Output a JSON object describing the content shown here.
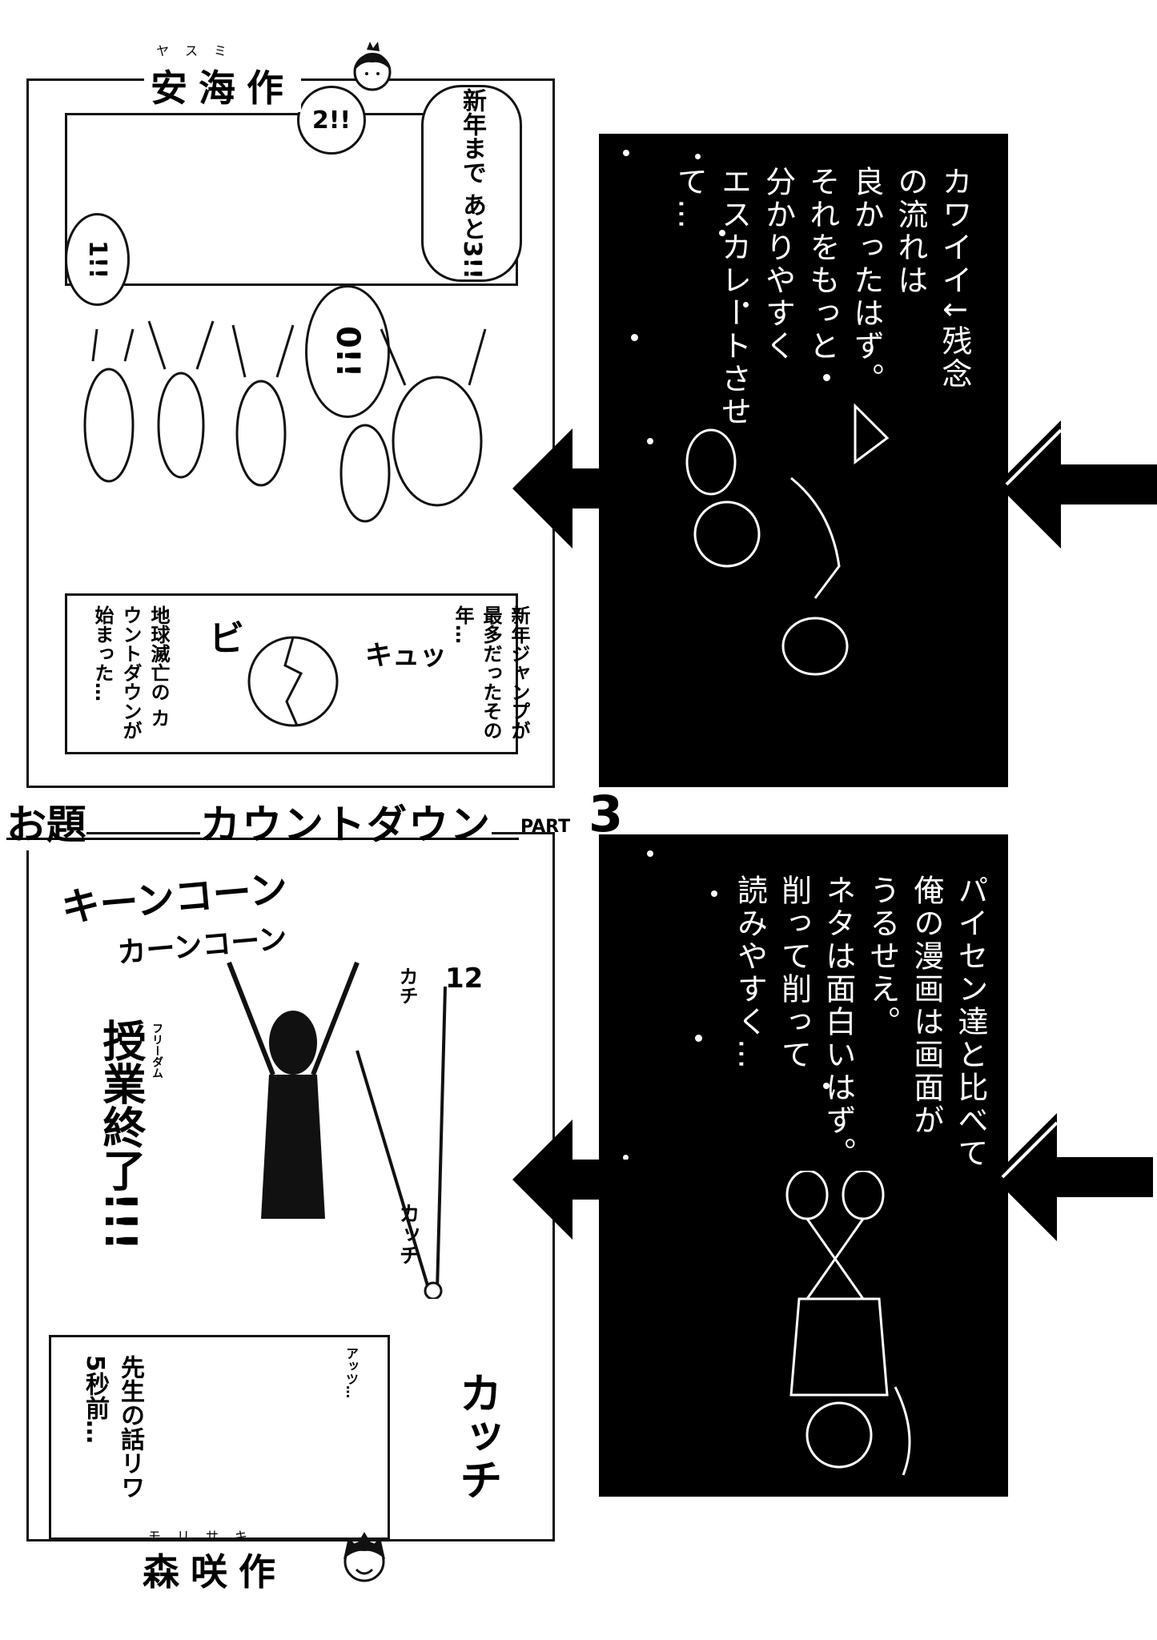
{
  "top": {
    "author": "安海作",
    "author_ruby": "ヤスミ",
    "sketch": {
      "countdown_3": "新年まで あと3!!",
      "countdown_2": "2!!",
      "countdown_1": "1!!",
      "countdown_0": "0!!",
      "caption_right": "新年ジャンプが 最多だったその年…",
      "caption_left": "地球滅亡の カウントダウンが 始まった…",
      "sfx_1": "ビ",
      "sfx_2": "キュッ"
    },
    "narration": [
      "カワイイ↓残念",
      "の流れは",
      "良かったはず。",
      "それをもっと",
      "分かりやすく",
      "エスカレートさせて…"
    ]
  },
  "theme": {
    "label": "お題",
    "title": "カウントダウン",
    "part_label": "PART",
    "part_number": "3"
  },
  "bottom": {
    "author": "森咲作",
    "author_ruby": "モリサキ",
    "sketch": {
      "bell_1": "キーンコーン",
      "bell_2": "カーンコーン",
      "shout": "授業終了!!!",
      "shout_ruby": "フリーダム",
      "clock_12": "12",
      "tick_1": "カチ",
      "tick_2": "カッチ",
      "tick_3": "カッチ",
      "caption": "先生の話リワ 5秒前…",
      "aside": "アッツ…"
    },
    "narration": [
      "パイセン達と比べて",
      "俺の漫画は画面が",
      "うるせえ。",
      "ネタは面白いはず。",
      "削って削って",
      "読みやすく…"
    ]
  }
}
